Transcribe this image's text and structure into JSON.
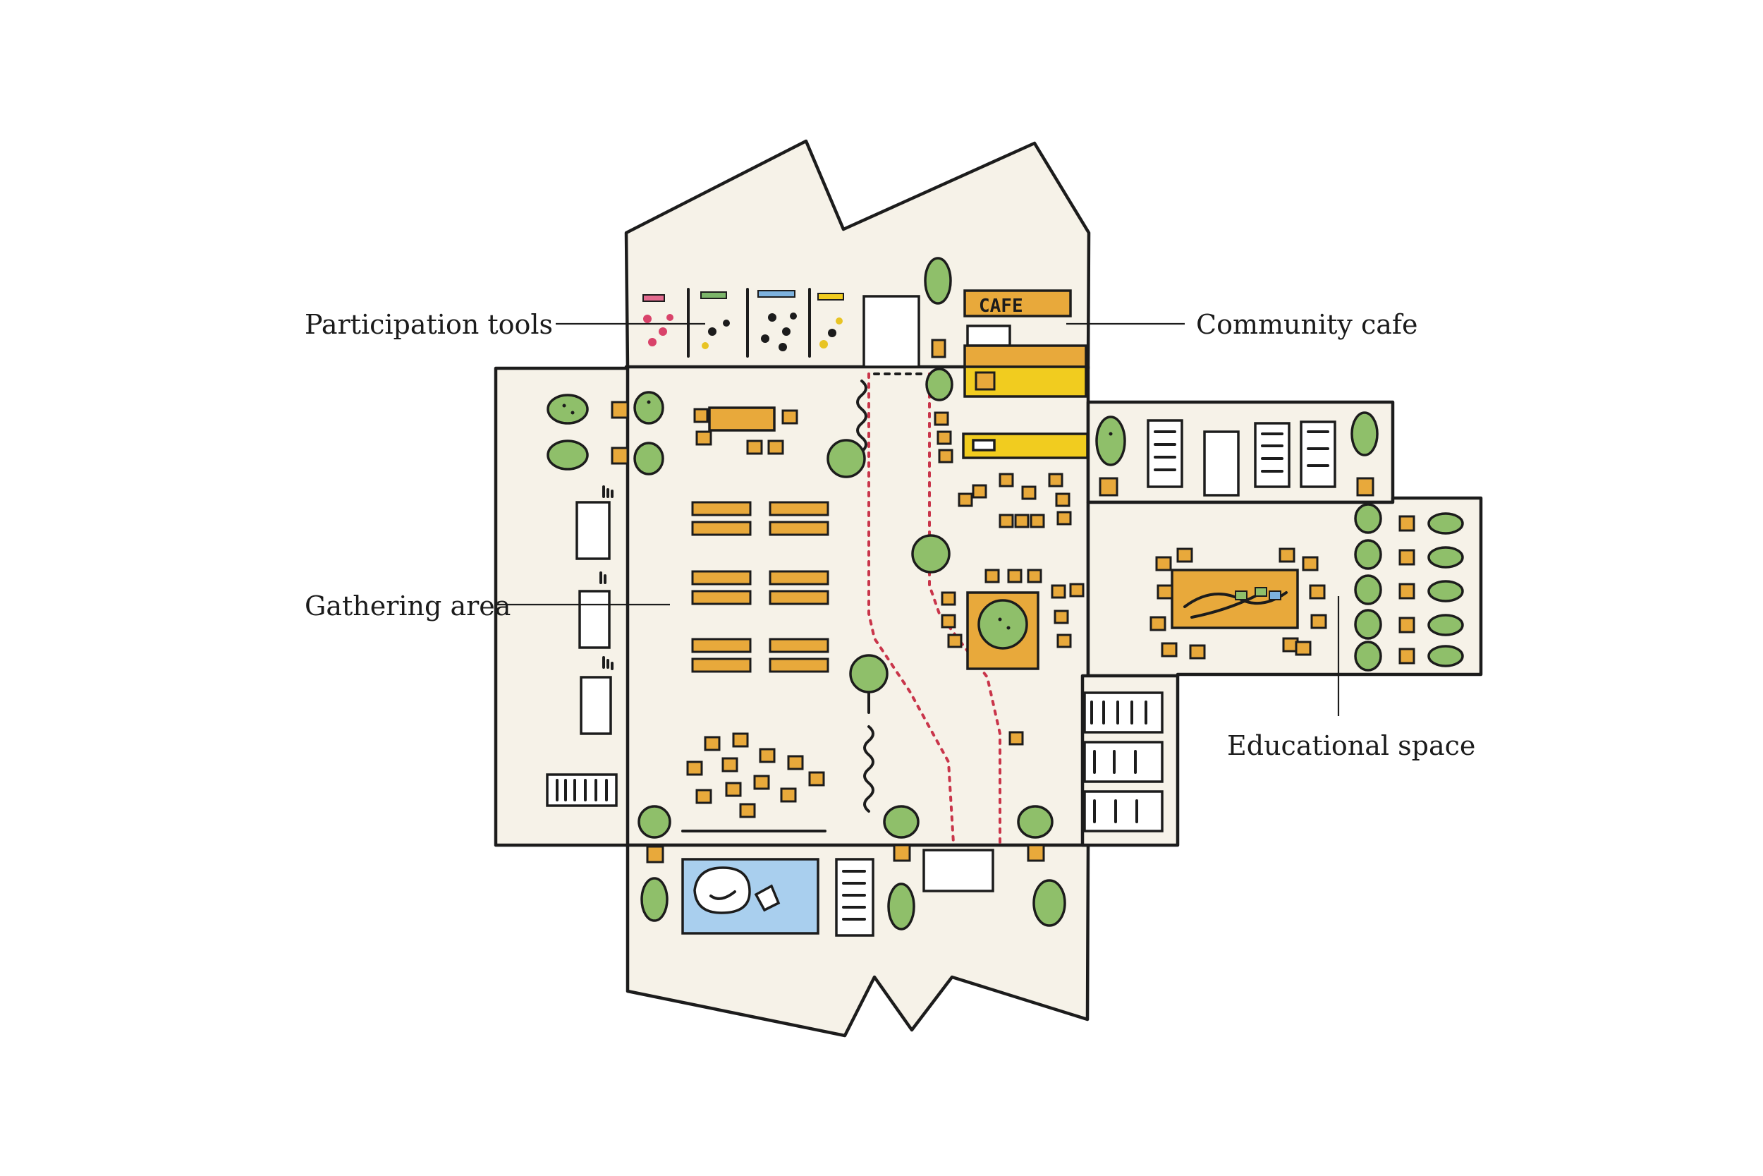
{
  "labels": {
    "participation_tools": "Participation tools",
    "community_cafe": "Community cafe",
    "gathering_area": "Gathering area",
    "educational_space": "Educational space"
  },
  "signs": {
    "cafe": "CAFE"
  },
  "colors": {
    "floor": "#f6f2e8",
    "furniture": "#e8a93b",
    "tree": "#8fbf6a",
    "cafe_counter": "#f1cc1f",
    "water": "#a9cfee",
    "path_marking": "#c9354a"
  }
}
